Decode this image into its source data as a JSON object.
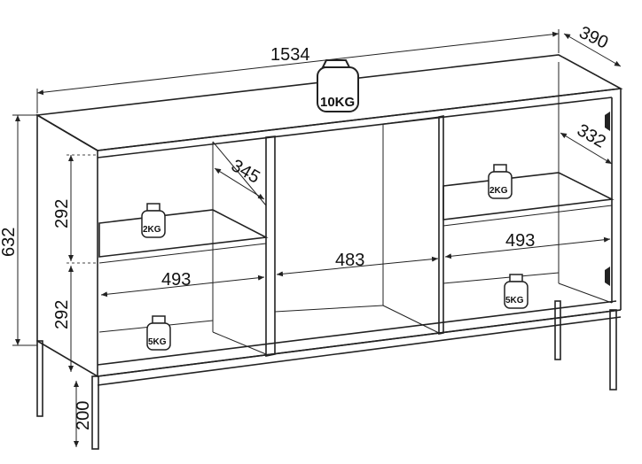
{
  "dimensions": {
    "width": "1534",
    "depth": "390",
    "height": "632",
    "shelf_depth_left": "345",
    "shelf_depth_right": "332",
    "compartment_height_upper": "292",
    "compartment_height_lower": "292",
    "width_left": "493",
    "width_middle": "483",
    "width_right": "493",
    "leg_height": "200"
  },
  "weights": {
    "top": "10KG",
    "left_shelf": "2KG",
    "right_shelf": "2KG",
    "left_bottom": "5KG",
    "right_bottom": "5KG"
  }
}
